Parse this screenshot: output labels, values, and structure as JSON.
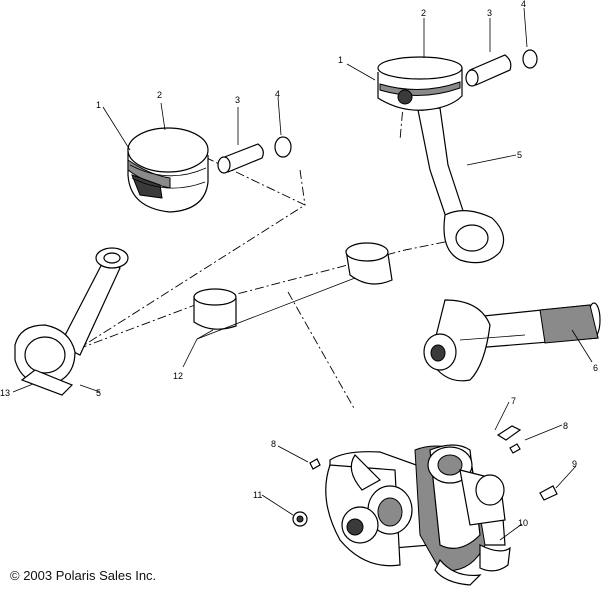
{
  "diagram": {
    "callouts": {
      "c1a": "1",
      "c2a": "2",
      "c3a": "3",
      "c4a": "4",
      "c1b": "1",
      "c2b": "2",
      "c3b": "3",
      "c4b": "4",
      "c5a": "5",
      "c5b": "5",
      "c6": "6",
      "c7": "7",
      "c8a": "8",
      "c8b": "8",
      "c9": "9",
      "c10": "10",
      "c11": "11",
      "c12": "12",
      "c13": "13"
    }
  },
  "footer": {
    "copyright": "© 2003 Polaris Sales Inc."
  }
}
